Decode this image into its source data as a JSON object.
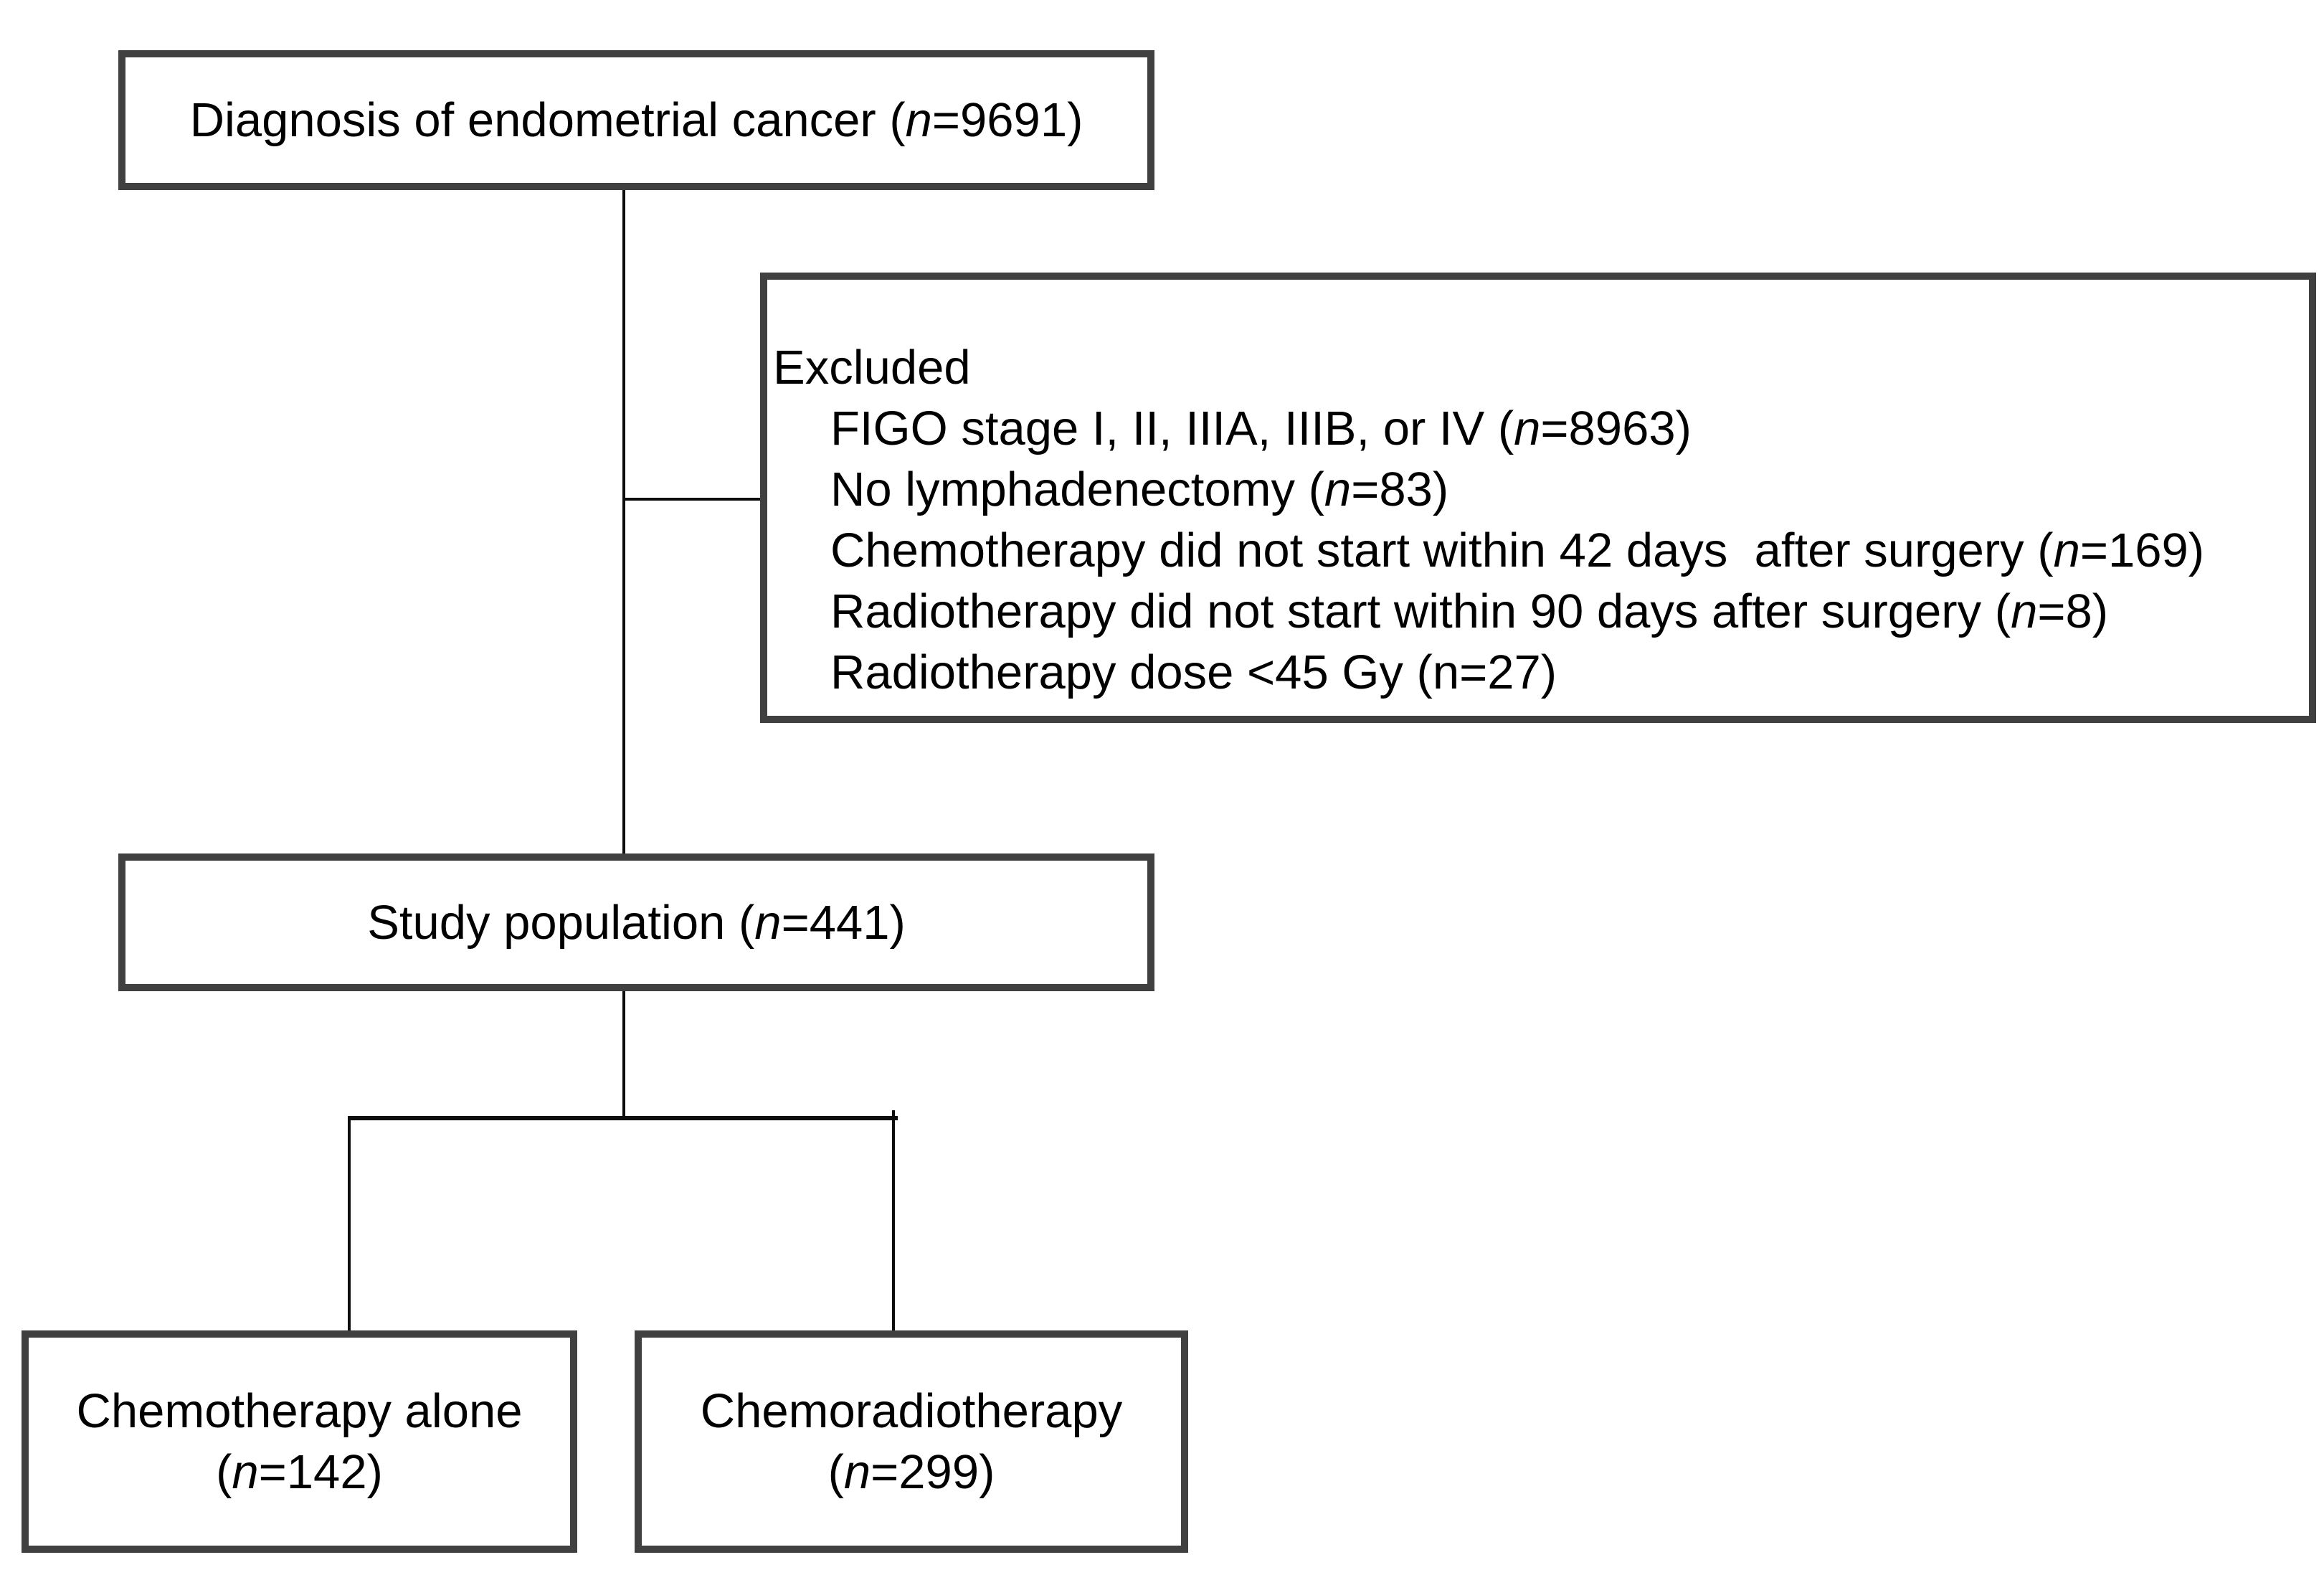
{
  "figure": {
    "colors": {
      "background": "#ffffff",
      "box_border": "#404040",
      "connector": "#0d0d0d",
      "text": "#000000"
    },
    "boxes": {
      "diagnosis": {
        "text": "Diagnosis of endometrial cancer (*n*=9691)"
      },
      "excluded": {
        "title": "Excluded",
        "items": [
          "FIGO stage I, II, IIIA, IIIB, or IV (*n*=8963)",
          "No lymphadenectomy (*n*=83)",
          "Chemotherapy did not start within 42 days  after surgery (*n*=169)",
          "Radiotherapy did not start within 90 days after surgery (*n*=8)",
          "Radiotherapy dose <45 Gy (n=27)"
        ]
      },
      "study_population": {
        "text": "Study population (*n*=441)"
      },
      "chemotherapy_alone": {
        "line1": "Chemotherapy alone",
        "line2": "(*n*=142)"
      },
      "chemoradiotherapy": {
        "line1": "Chemoradiotherapy",
        "line2": "(*n*=299)"
      }
    }
  }
}
